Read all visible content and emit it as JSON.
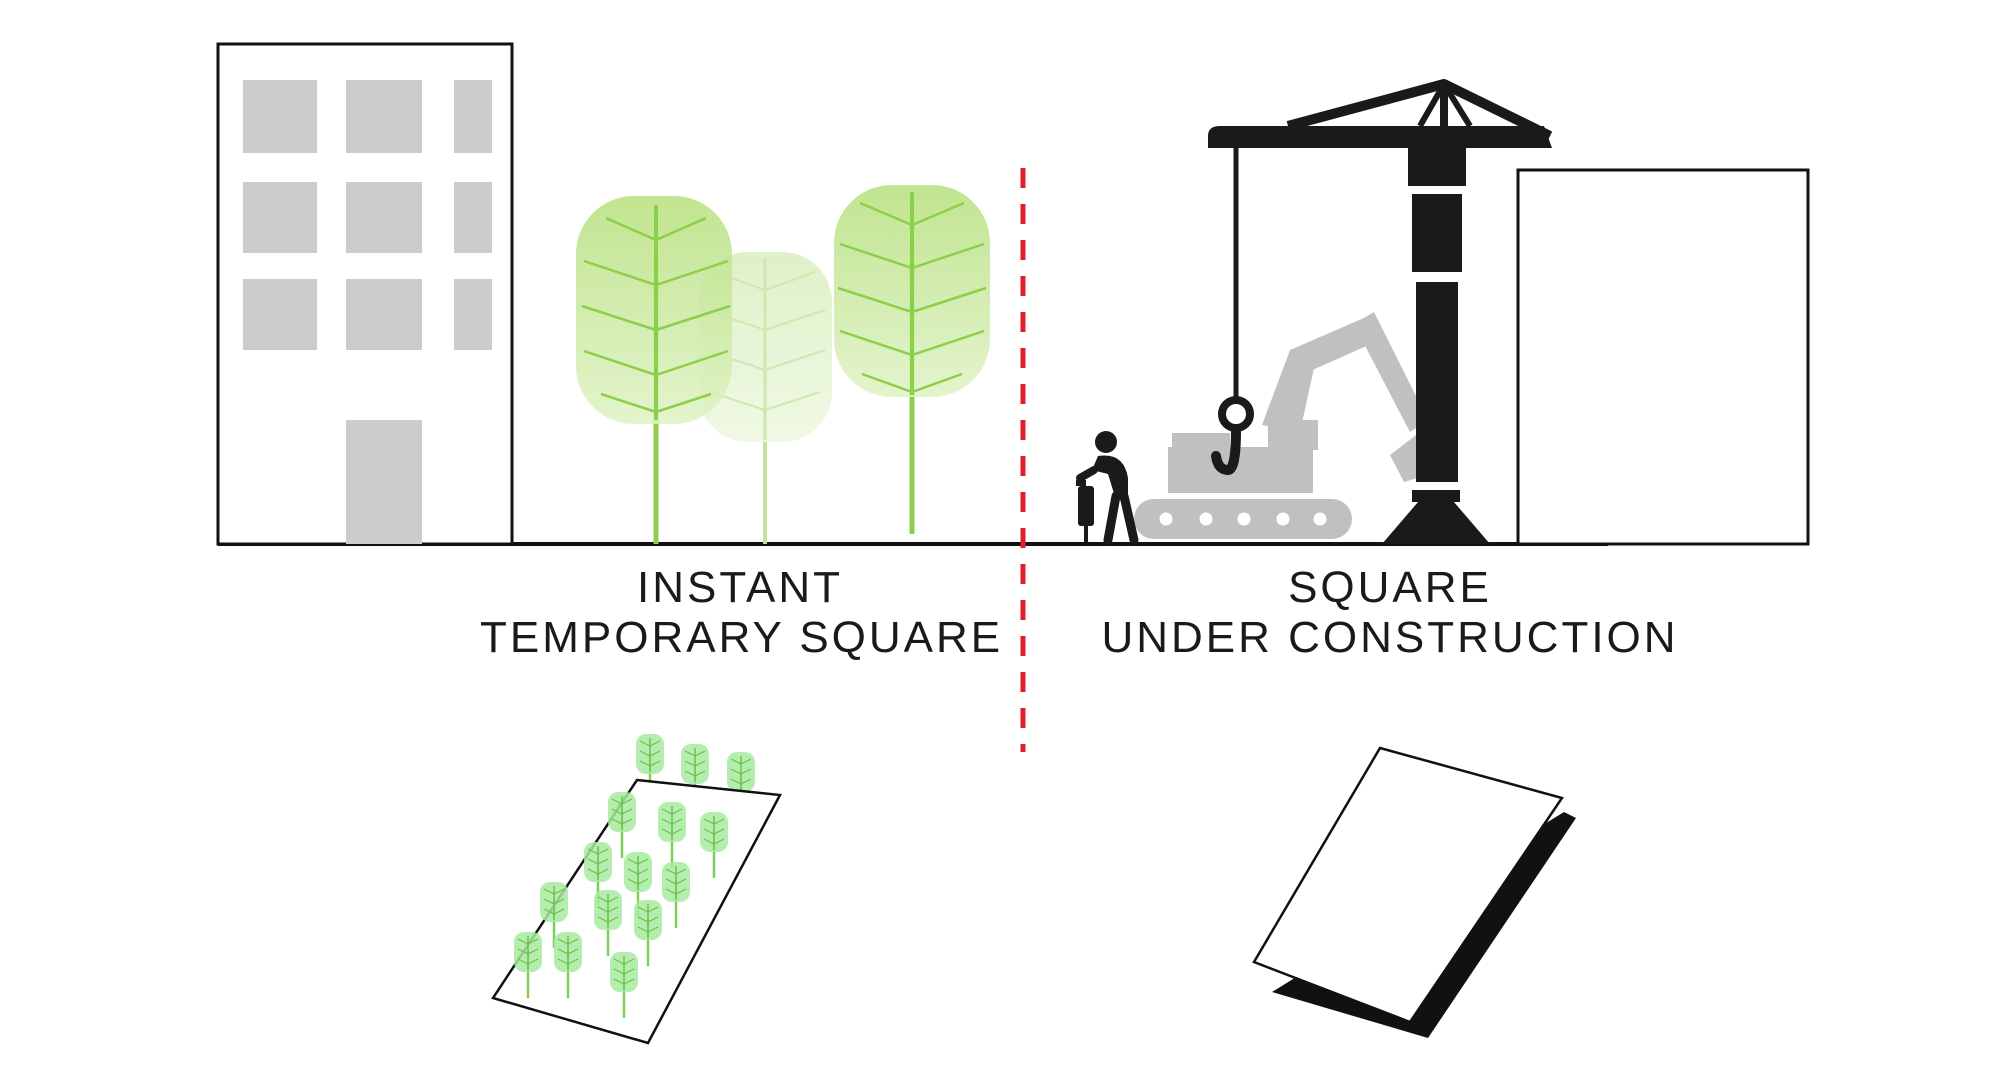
{
  "labels": {
    "left_line1": "INSTANT",
    "left_line2": "TEMPORARY SQUARE",
    "right_line1": "SQUARE",
    "right_line2": "UNDER CONSTRUCTION"
  },
  "icons": {
    "building": "office-building-icon",
    "tree": "tree-icon",
    "crane": "tower-crane-icon",
    "excavator": "excavator-icon",
    "worker": "worker-jackhammer-icon",
    "plot_trees": "plot-with-trees-icon",
    "plot_empty": "empty-plot-icon"
  },
  "colors": {
    "outline": "#111111",
    "window_fill": "#cccccc",
    "tree_green": "#8ccf4a",
    "tree_green_light": "#c7e89a",
    "divider_red": "#e0202a",
    "crane_black": "#1a1a1a",
    "excavator_gray": "#c0c0c0",
    "plot_tree_mint": "#7fe3a8"
  }
}
